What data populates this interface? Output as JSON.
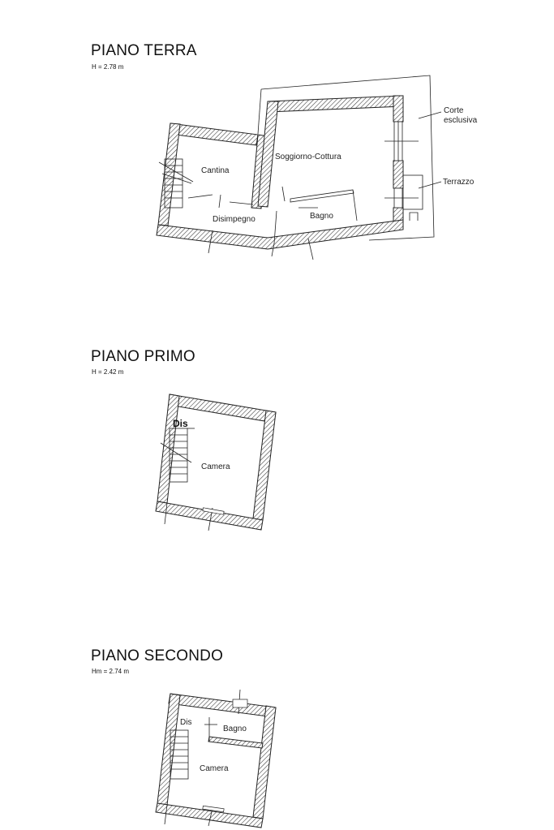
{
  "floors": [
    {
      "title": "PIANO TERRA",
      "height": "H = 2.78 m",
      "rooms": {
        "cantina": "Cantina",
        "soggiorno": "Soggiorno-Cottura",
        "disimpegno": "Disimpegno",
        "bagno": "Bagno",
        "corte_line1": "Corte",
        "corte_line2": "esclusiva",
        "terrazzo": "Terrazzo"
      }
    },
    {
      "title": "PIANO PRIMO",
      "height": "H = 2.42 m",
      "rooms": {
        "dis": "Dis",
        "camera": "Camera"
      }
    },
    {
      "title": "PIANO SECONDO",
      "height": "Hm = 2.74 m",
      "rooms": {
        "dis": "Dis",
        "bagno": "Bagno",
        "camera": "Camera"
      }
    }
  ]
}
